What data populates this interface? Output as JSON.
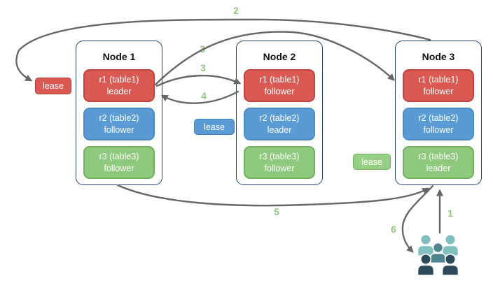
{
  "nodes": [
    {
      "title": "Node 1",
      "replicas": [
        {
          "name": "r1 (table1)",
          "role": "leader",
          "color": "red"
        },
        {
          "name": "r2 (table2)",
          "role": "follower",
          "color": "blue"
        },
        {
          "name": "r3 (table3)",
          "role": "follower",
          "color": "green"
        }
      ]
    },
    {
      "title": "Node 2",
      "replicas": [
        {
          "name": "r1 (table1)",
          "role": "follower",
          "color": "red"
        },
        {
          "name": "r2 (table2)",
          "role": "leader",
          "color": "blue"
        },
        {
          "name": "r3 (table3)",
          "role": "follower",
          "color": "green"
        }
      ]
    },
    {
      "title": "Node 3",
      "replicas": [
        {
          "name": "r1 (table1)",
          "role": "follower",
          "color": "red"
        },
        {
          "name": "r2 (table2)",
          "role": "follower",
          "color": "blue"
        },
        {
          "name": "r3 (table3)",
          "role": "leader",
          "color": "green"
        }
      ]
    }
  ],
  "leases": [
    {
      "label": "lease",
      "color": "red"
    },
    {
      "label": "lease",
      "color": "blue"
    },
    {
      "label": "lease",
      "color": "green"
    }
  ],
  "steps": {
    "step1": "1",
    "step2": "2",
    "step3a": "3",
    "step3b": "3",
    "step4": "4",
    "step5": "5",
    "step6": "6"
  },
  "icons": {
    "users": "users-group-icon"
  },
  "colors": {
    "leader_red": "#DA5A53",
    "follower_blue": "#5B9BD5",
    "replica_green": "#8FC97E",
    "arrow_gray": "#666666",
    "step_label_green": "#93C47D",
    "node_border": "#24406B",
    "users_light_teal": "#7FC0BE",
    "users_mid_teal": "#4D8490",
    "users_dark_slate": "#2C4A5A"
  }
}
